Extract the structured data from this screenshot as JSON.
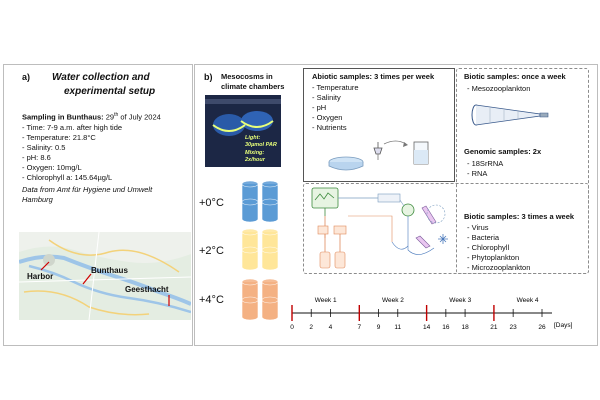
{
  "panel_a": {
    "letter": "a)",
    "title_line1": "Water collection and",
    "title_line2": "experimental setup",
    "sampling_label": "Sampling in Bunthaus: ",
    "sampling_date": "29",
    "sampling_sup": "th",
    "sampling_rest": " of July 2024",
    "items": [
      "Time: 7-9 a.m. after high tide",
      "Temperature: 21.8°C",
      "Salinity: 0.5",
      "pH: 8.6",
      "Oxygen: 10mg/L",
      "Chlorophyll a: 145.64µg/L"
    ],
    "source_line1": "Data from Amt für Hygiene und Umwelt",
    "source_line2": "Hamburg",
    "map_labels": {
      "harbor": "Harbor",
      "bunthaus": "Bunthaus",
      "geesthacht": "Geesthacht"
    }
  },
  "panel_b": {
    "letter": "b)",
    "mesocosm_title_line1": "Mesocosms in",
    "mesocosm_title_line2": "climate chambers",
    "photo_light": "Light:",
    "photo_light_value": "30µmol PAR",
    "photo_mixing": "Mixing:",
    "photo_mixing_value": "2x/hour",
    "temperatures": [
      "+0°C",
      "+2°C",
      "+4°C"
    ],
    "colors": {
      "cold": "#5b9bd5",
      "mid": "#ffe699",
      "warm": "#f4b183",
      "line": "#111111",
      "marker": "#c00000"
    }
  },
  "abiotic": {
    "title": "Abiotic samples: 3 times per week",
    "items": [
      "Temperature",
      "Salinity",
      "pH",
      "Oxygen",
      "Nutrients"
    ]
  },
  "biotic_weekly": {
    "title": "Biotic samples: once a week",
    "items": [
      "Mesozooplankton"
    ]
  },
  "genomic": {
    "title": "Genomic samples: 2x",
    "items": [
      "18SrRNA",
      "RNA"
    ]
  },
  "biotic_3x": {
    "title": "Biotic samples: 3 times a week",
    "items": [
      "Virus",
      "Bacteria",
      "Chlorophyll",
      "Phytoplankton",
      "Microzooplankton"
    ]
  },
  "timeline": {
    "weeks": [
      "Week 1",
      "Week 2",
      "Week 3",
      "Week 4"
    ],
    "ticks": [
      "0",
      "2",
      "4",
      "7",
      "9",
      "11",
      "14",
      "16",
      "18",
      "21",
      "23",
      "26"
    ],
    "unit": "[Days]"
  }
}
